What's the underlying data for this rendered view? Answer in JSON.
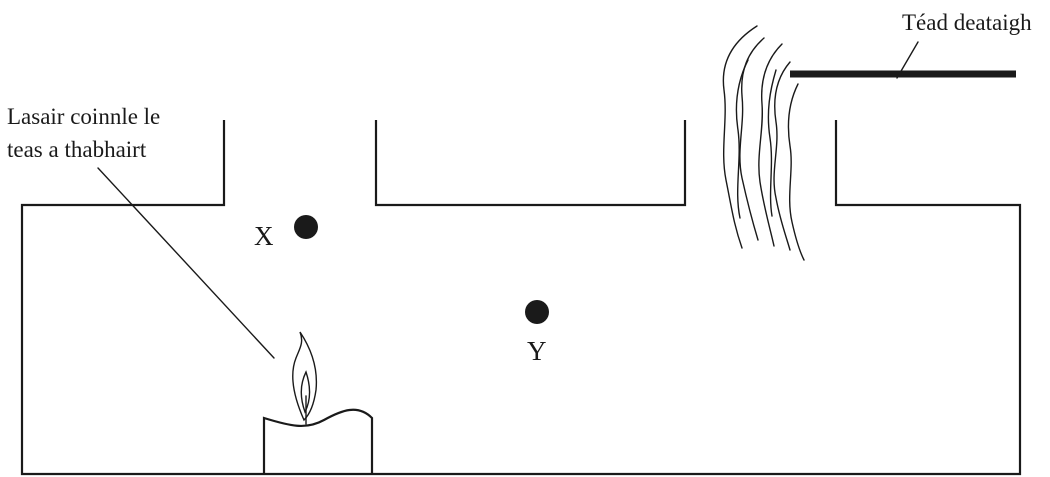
{
  "labels": {
    "candle_line1": "Lasair coinnle le",
    "candle_line2": "teas a thabhairt",
    "smoke_label": "Téad deataigh",
    "point_x": "X",
    "point_y": "Y"
  },
  "colors": {
    "ink": "#1a1a1a",
    "background": "#ffffff"
  }
}
